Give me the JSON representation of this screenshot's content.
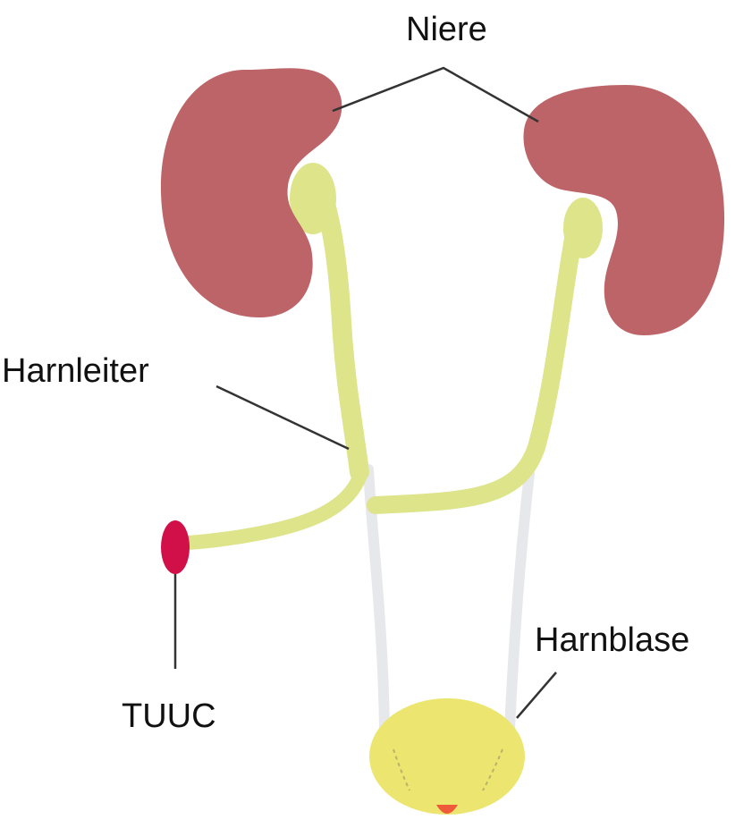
{
  "labels": {
    "kidney": "Niere",
    "ureter": "Harnleiter",
    "bladder": "Harnblase",
    "tuuc": "TUUC"
  },
  "colors": {
    "kidney": "#bd6468",
    "ureter": "#dde48a",
    "bladder": "#ece56f",
    "native_ureter": "#e6e8ec",
    "tuuc": "#d1104a",
    "urethra": "#ef5a3a",
    "leader_line": "#333333"
  }
}
